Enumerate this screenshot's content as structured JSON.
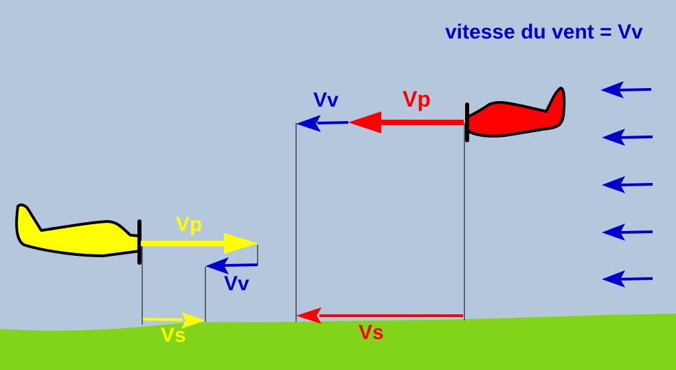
{
  "labels": {
    "wind_title": "vitesse du vent = Vv",
    "yellow_plane_vp": "Vp",
    "yellow_plane_vv": "Vv",
    "yellow_plane_vs": "Vs",
    "red_plane_vp": "Vp",
    "red_plane_vv": "Vv",
    "red_plane_vs": "Vs"
  },
  "colors": {
    "sky": "#b4c7dc",
    "ground": "#81d41a",
    "yellow": "#ffff00",
    "red": "#ff0000",
    "blue": "#0000cc",
    "outline": "#000000"
  },
  "icons": {
    "yellow_plane": "airplane-icon",
    "red_plane": "airplane-icon",
    "wind_arrows": "arrow-left-icon"
  }
}
